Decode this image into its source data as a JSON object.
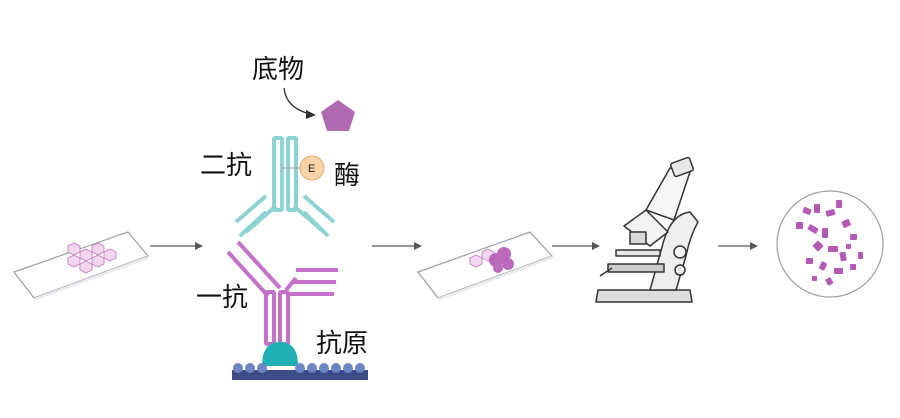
{
  "labels": {
    "substrate": "底物",
    "secondary_antibody": "二抗",
    "enzyme": "酶",
    "enzyme_symbol": "E",
    "primary_antibody": "一抗",
    "antigen": "抗原"
  },
  "colors": {
    "secondary_antibody": "#8ed3d3",
    "primary_antibody": "#c471c9",
    "substrate": "#b06ab3",
    "enzyme": "#f7d3a7",
    "antigen": "#1fb0b3",
    "surface": "#3c4c86",
    "arrow": "#555555",
    "stain": "#b45ab6"
  },
  "icons": [
    "slide-icon",
    "arrow-icon",
    "microscope-icon",
    "microscope-view-icon"
  ]
}
